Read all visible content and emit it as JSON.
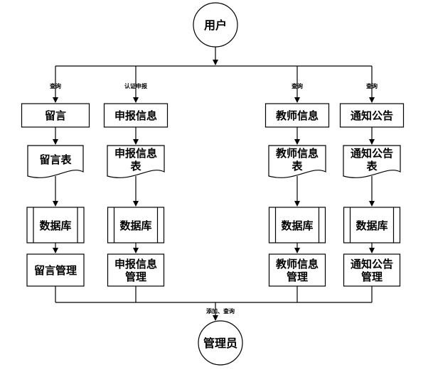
{
  "top_node": {
    "label": "用户"
  },
  "bottom_node": {
    "label": "管理员"
  },
  "bottom_edge_label": "添加、查询",
  "columns": [
    {
      "edge_label": "查询",
      "process": [
        "留言"
      ],
      "document": [
        "留言表"
      ],
      "database": "数据库",
      "manager": [
        "留言管理"
      ]
    },
    {
      "edge_label": "认证申报",
      "process": [
        "申报信息"
      ],
      "document": [
        "申报信息",
        "表"
      ],
      "database": "数据库",
      "manager": [
        "申报信息",
        "管理"
      ]
    },
    {
      "edge_label": "查询",
      "process": [
        "教师信息"
      ],
      "document": [
        "教师信息",
        "表"
      ],
      "database": "数据库",
      "manager": [
        "教师信息",
        "管理"
      ]
    },
    {
      "edge_label": "查询",
      "process": [
        "通知公告"
      ],
      "document": [
        "通知公告",
        "表"
      ],
      "database": "数据库",
      "manager": [
        "通知公告",
        "管理"
      ]
    }
  ]
}
